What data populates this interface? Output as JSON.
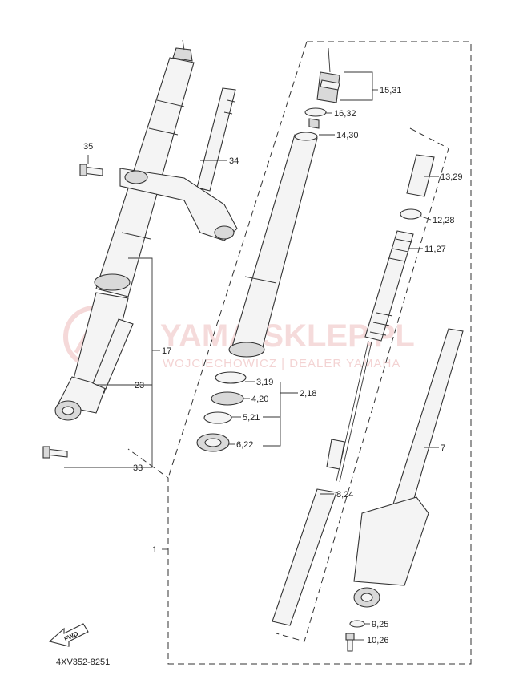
{
  "watermark": {
    "brand": "YAMA-SKLEP.PL",
    "tagline": "WOJCIECHOWICZ | DEALER YAMAHA"
  },
  "diagram_code": "4XV352-8251",
  "fwd_label": "FWD",
  "callouts": {
    "c35": "35",
    "c34": "34",
    "c17": "17",
    "c23": "23",
    "c33": "33",
    "c1": "1",
    "c15_31": "15,31",
    "c16_32": "16,32",
    "c14_30": "14,30",
    "c13_29": "13,29",
    "c12_28": "12,28",
    "c11_27": "11,27",
    "c3_19": "3,19",
    "c4_20": "4,20",
    "c2_18": "2,18",
    "c5_21": "5,21",
    "c6_22": "6,22",
    "c7": "7",
    "c8_24": "8,24",
    "c9_25": "9,25",
    "c10_26": "10,26"
  }
}
